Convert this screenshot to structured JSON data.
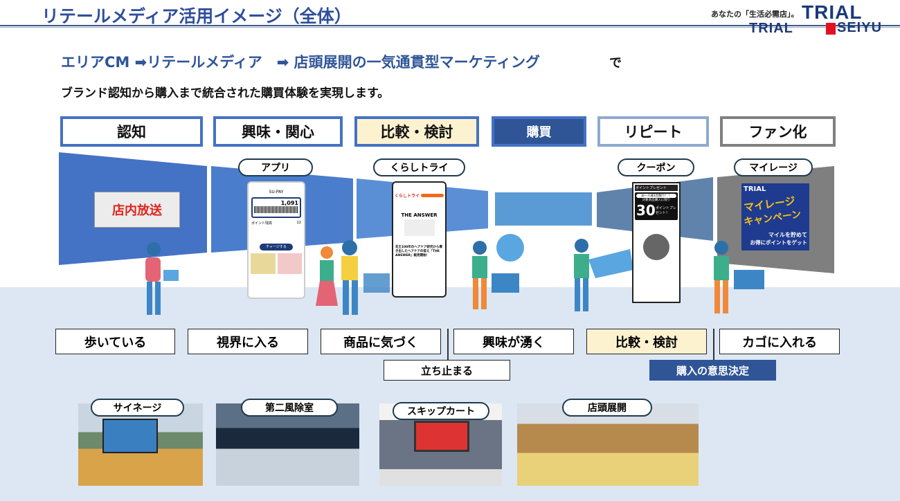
{
  "header": {
    "title": "リテールメディア活用イメージ（全体）",
    "tagline": "あなたの「生活必需店」。",
    "logo_top": "TRIAL",
    "logo_bottom_left": "TRIAL",
    "logo_bottom_right": "SEIYU"
  },
  "headline": {
    "text": "エリアCM ➡リテールメディア　➡ 店頭展開の一気通貫型マーケティング",
    "suffix": "で",
    "subtitle": "ブランド認知から購入まで統合された購買体験を実現します。"
  },
  "stages": [
    {
      "label": "認知"
    },
    {
      "label": "興味・関心"
    },
    {
      "label": "比較・検討"
    },
    {
      "label": "購買"
    },
    {
      "label": "リピート"
    },
    {
      "label": "ファン化"
    }
  ],
  "media": {
    "store_broadcast": "店内放送",
    "app": "アプリ",
    "kurashi": "くらしトライ",
    "coupon": "クーポン",
    "mileage": "マイレージ"
  },
  "app_screen": {
    "title": "SU-PAY",
    "balance": "1,091",
    "points_label": "ポイント残高",
    "points": "22",
    "charge": "チャージする"
  },
  "kurashi_screen": {
    "logo": "くらしトライ",
    "product": "THE ANSWER",
    "headline": "花王100年のヘアケア研究から導き出したヘアケアの答え「THE ANSWER」販売開始！"
  },
  "coupon_screen": {
    "tag": "ポイントプレゼント",
    "line1": "お一人様1回限り！！",
    "line2": "対象商品購入に限り",
    "points": "30",
    "unit": "ポイントプレゼント！"
  },
  "mileage_screen": {
    "brand": "TRIAL",
    "title1": "マイレージ",
    "title2": "キャンペーン",
    "sub1": "マイルを貯めて",
    "sub2": "お得にポイントをゲット"
  },
  "steps": [
    {
      "label": "歩いている"
    },
    {
      "label": "視界に入る"
    },
    {
      "label": "商品に気づく"
    },
    {
      "label": "興味が湧く"
    },
    {
      "label": "比較・検討"
    },
    {
      "label": "カゴに入れる"
    }
  ],
  "sub_steps": {
    "stop": "立ち止まる",
    "decision": "購入の意思決定"
  },
  "photos": [
    {
      "label": "サイネージ"
    },
    {
      "label": "第二風除室"
    },
    {
      "label": "スキップカート"
    },
    {
      "label": "店頭展開"
    }
  ],
  "colors": {
    "brand": "#2f5597",
    "accent_red": "#e0241b",
    "cream": "#fdf2d0",
    "lower_bg": "#dce7f3"
  }
}
